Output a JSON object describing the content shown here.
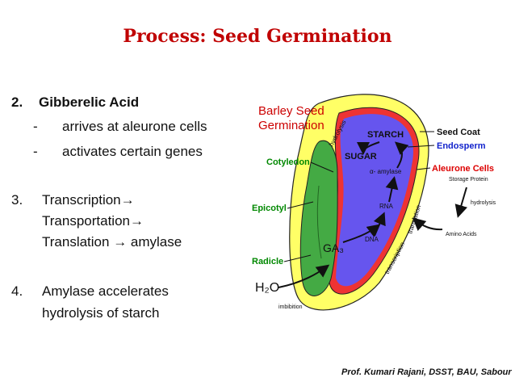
{
  "title": "Process: Seed Germination",
  "points": {
    "p2": {
      "num": "2.",
      "heading": "Gibberelic Acid",
      "sub": [
        {
          "dash": "-",
          "text": "arrives at aleurone cells"
        },
        {
          "dash": "-",
          "text": "activates certain genes"
        }
      ]
    },
    "p3": {
      "num": "3.",
      "lines": [
        "Transcription→",
        "Transportation→",
        "Translation → amylase"
      ]
    },
    "p4": {
      "num": "4.",
      "lines": [
        "Amylase accelerates",
        "hydrolysis of starch"
      ]
    }
  },
  "diagram": {
    "title_line1": "Barley Seed",
    "title_line2": "Germination",
    "labels": {
      "cotyledon": "Cotyledon",
      "epicotyl": "Epicotyl",
      "radicle": "Radicle",
      "water": "H₂O",
      "imbibition": "imbibition",
      "ga3": "GA₃",
      "dna": "DNA",
      "rna": "RNA",
      "amylase": "α- amylase",
      "starch": "STARCH",
      "sugar": "SUGAR",
      "hydrolysis_curve": "hydrolysis",
      "transcription": "transcription",
      "translation": "translation",
      "seed_coat": "Seed Coat",
      "endosperm": "Endosperm",
      "aleurone": "Aleurone Cells",
      "storage_protein": "Storage Protein",
      "hydrolysis_side": "hydrolysis",
      "amino_acids": "Amino Acids"
    },
    "colors": {
      "title": "#cc0000",
      "seed_coat": "#ffff66",
      "aleurone": "#ee3333",
      "endosperm": "#6655ee",
      "embryo": "#44aa44",
      "label_red": "#dd0000",
      "label_blue": "#1122cc",
      "label_green": "#008800"
    }
  },
  "footer": "Prof. Kumari Rajani, DSST, BAU, Sabour"
}
